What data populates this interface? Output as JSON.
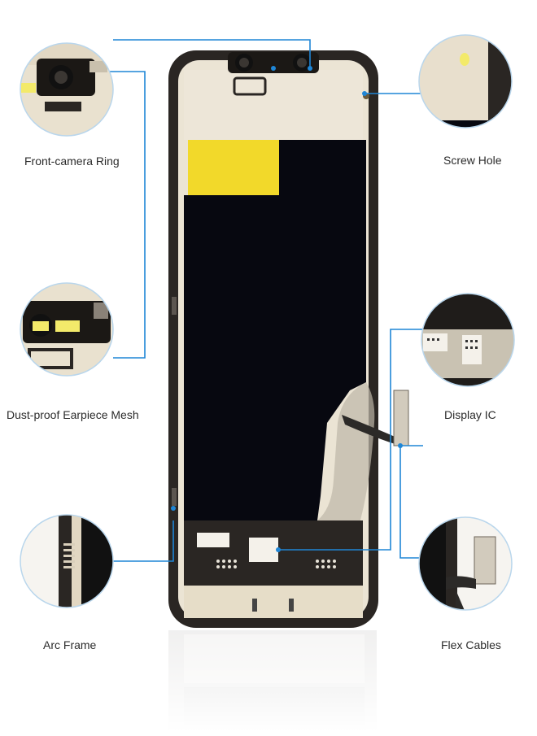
{
  "labels": {
    "front_camera_ring": "Front-camera Ring",
    "screw_hole": "Screw Hole",
    "dust_proof_mesh": "Dust-proof Earpiece Mesh",
    "display_ic": "Display IC",
    "arc_frame": "Arc Frame",
    "flex_cables": "Flex Cables"
  },
  "colors": {
    "callout_line": "#1f86d6",
    "circle_stroke": "#b9d6ec",
    "frame": "#2a2623",
    "panel": "#070810",
    "yellow_tape": "#f2d92a",
    "adhesive": "#ebe4d4"
  },
  "icons": {
    "screen": "phone-display-assembly",
    "circles": [
      "front-camera-ring-closeup",
      "screw-hole-closeup",
      "earpiece-mesh-closeup",
      "display-ic-closeup",
      "arc-frame-closeup",
      "flex-cables-closeup"
    ]
  }
}
